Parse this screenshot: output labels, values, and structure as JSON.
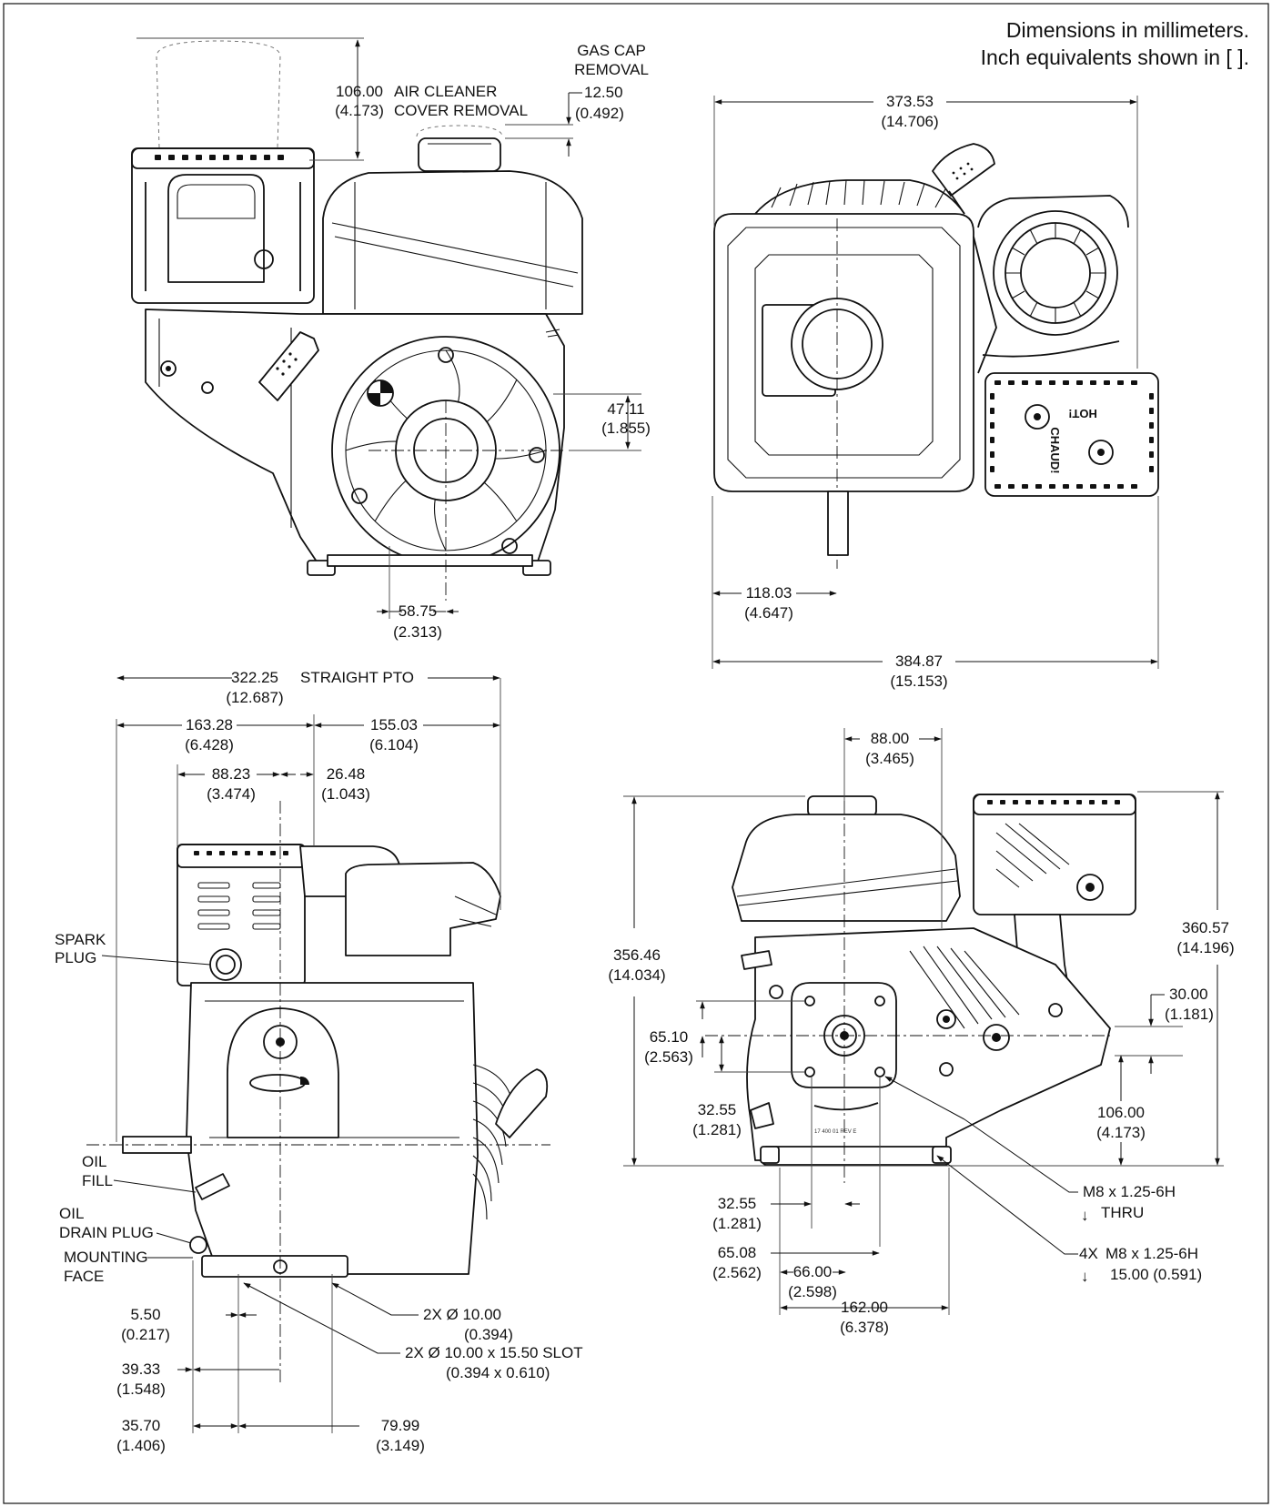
{
  "notes": {
    "line1": "Dimensions in millimeters.",
    "line2": "Inch equivalents shown in [ ]."
  },
  "labels": {
    "air_cleaner_1": "AIR CLEANER",
    "air_cleaner_2": "COVER REMOVAL",
    "gas_cap_1": "GAS CAP",
    "gas_cap_2": "REMOVAL",
    "straight_pto": "STRAIGHT PTO",
    "spark_plug_1": "SPARK",
    "spark_plug_2": "PLUG",
    "oil_fill_1": "OIL",
    "oil_fill_2": "FILL",
    "oil_drain_1": "OIL",
    "oil_drain_2": "DRAIN PLUG",
    "mounting_face_1": "MOUNTING",
    "mounting_face_2": "FACE",
    "hole_2x_1": "2X Ø 10.00",
    "hole_2x_2": "(0.394)",
    "slot_2x_1": "2X Ø 10.00 x 15.50 SLOT",
    "slot_2x_2": "(0.394 x 0.610)",
    "thread_thru_1": "M8 x 1.25-6H",
    "thread_thru_2": "THRU",
    "thread_4x_prefix": "4X",
    "thread_4x_1": "M8 x 1.25-6H",
    "thread_4x_2": "15.00 (0.591)",
    "heat_stamp_hot": "HOT!",
    "heat_stamp_chaud": "CHAUD!",
    "part_stamp": "17 400 01 REV E"
  },
  "dimensions": {
    "air_cleaner_removal": {
      "mm": "106.00",
      "in": "(4.173)"
    },
    "gas_cap_removal": {
      "mm": "12.50",
      "in": "(0.492)"
    },
    "front_shaft_vertical": {
      "mm": "47.11",
      "in": "(1.855)"
    },
    "front_shaft_horizontal": {
      "mm": "58.75",
      "in": "(2.313)"
    },
    "top_depth": {
      "mm": "373.53",
      "in": "(14.706)"
    },
    "top_shaft_offset": {
      "mm": "118.03",
      "in": "(4.647)"
    },
    "top_total_depth": {
      "mm": "384.87",
      "in": "(15.153)"
    },
    "overall_length": {
      "mm": "322.25",
      "in": "(12.687)"
    },
    "left_section": {
      "mm": "163.28",
      "in": "(6.428)"
    },
    "right_section": {
      "mm": "155.03",
      "in": "(6.104)"
    },
    "spark_plug_width": {
      "mm": "88.23",
      "in": "(3.474)"
    },
    "spark_plug_offset": {
      "mm": "26.48",
      "in": "(1.043)"
    },
    "face_to_hole": {
      "mm": "5.50",
      "in": "(0.217)"
    },
    "face_to_centerline": {
      "mm": "39.33",
      "in": "(1.548)"
    },
    "slot_offset": {
      "mm": "35.70",
      "in": "(1.406)"
    },
    "slot_spacing": {
      "mm": "79.99",
      "in": "(3.149)"
    },
    "pto_offset": {
      "mm": "88.00",
      "in": "(3.465)"
    },
    "overall_height_left": {
      "mm": "356.46",
      "in": "(14.034)"
    },
    "overall_height_right": {
      "mm": "360.57",
      "in": "(14.196)"
    },
    "muffler_outlet_offset": {
      "mm": "30.00",
      "in": "(1.181)"
    },
    "bolt_circle_upper": {
      "mm": "65.10",
      "in": "(2.563)"
    },
    "bolt_circle_lower": {
      "mm": "32.55",
      "in": "(1.281)"
    },
    "shaft_height": {
      "mm": "106.00",
      "in": "(4.173)"
    },
    "base_bolt_offset": {
      "mm": "32.55",
      "in": "(1.281)"
    },
    "base_bolt_spacing": {
      "mm": "65.08",
      "in": "(2.562)"
    },
    "base_hole_spacing": {
      "mm": "66.00",
      "in": "(2.598)"
    },
    "base_width": {
      "mm": "162.00",
      "in": "(6.378)"
    }
  }
}
